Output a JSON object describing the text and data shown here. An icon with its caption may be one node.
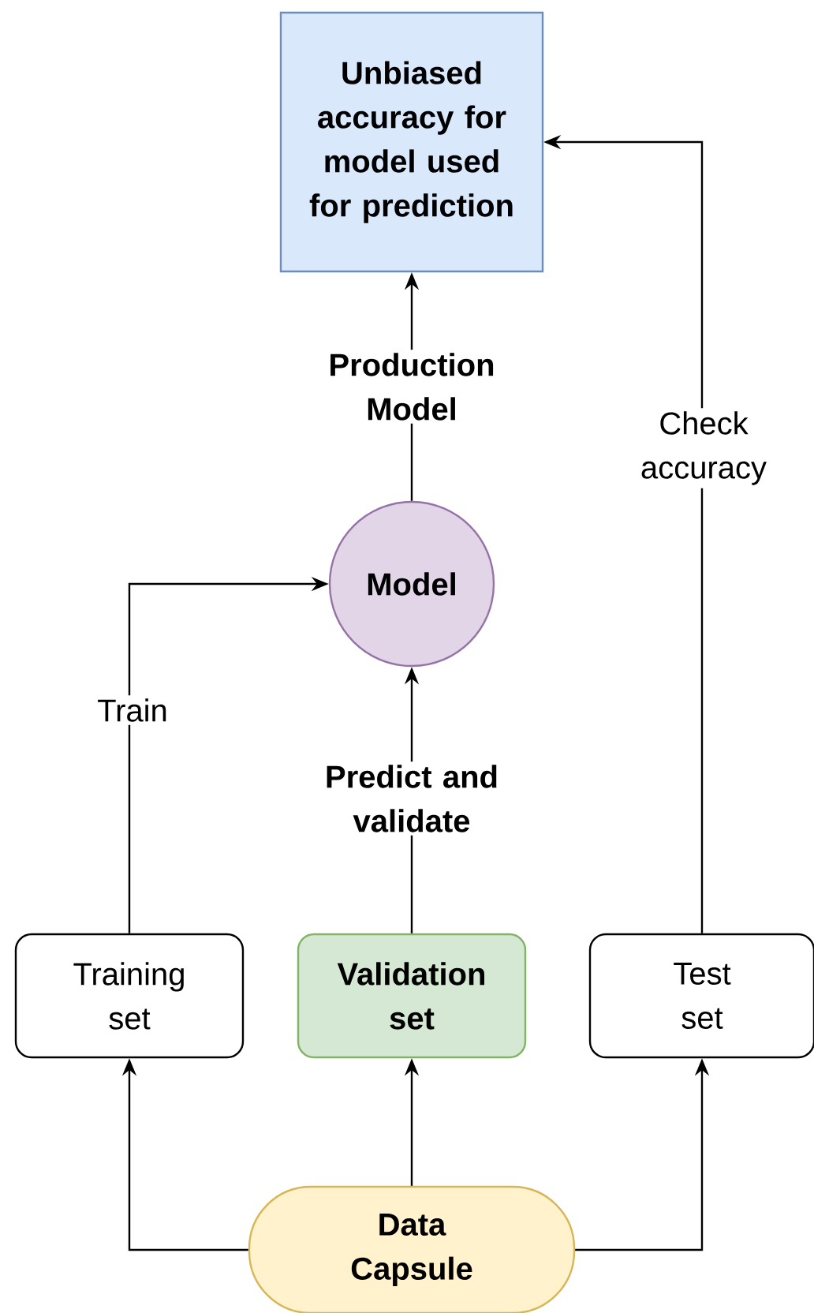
{
  "diagram": {
    "nodes": [
      {
        "text": [
          "Unbiased accuracy for model used for prediction"
        ]
      },
      {
        "text": [
          "Model"
        ]
      },
      {
        "text": [
          "Training set"
        ]
      },
      {
        "text": [
          "Validation set"
        ]
      },
      {
        "text": [
          "Test set"
        ]
      },
      {
        "text": [
          "Data Capsule"
        ]
      }
    ],
    "edges": [
      {
        "from": 5,
        "to": 2,
        "arrow": "to"
      },
      {
        "from": 5,
        "to": 3,
        "arrow": "to"
      },
      {
        "from": 5,
        "to": 4,
        "arrow": "to"
      },
      {
        "from": 2,
        "to": 1,
        "arrow": "to",
        "label": "Train"
      },
      {
        "from": 3,
        "to": 1,
        "arrow": "to",
        "label": "Predict and validate"
      },
      {
        "from": 1,
        "to": 0,
        "arrow": "to",
        "label": "Production Model"
      },
      {
        "from": 4,
        "to": 0,
        "arrow": "to",
        "label": "Check accuracy"
      }
    ]
  }
}
